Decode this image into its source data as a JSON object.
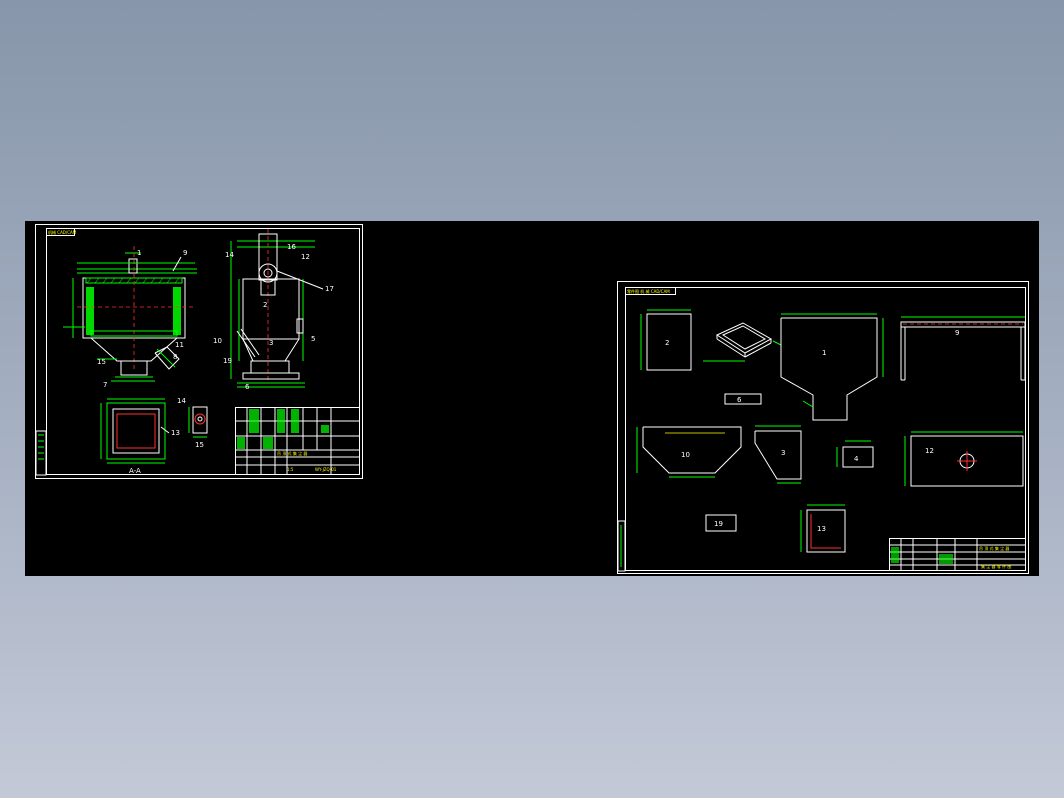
{
  "colors": {
    "background_top": "#8796aa",
    "background_bottom": "#c3c9d7",
    "viewport": "#000000",
    "lines": "#ffffff",
    "dimension": "#00ff00",
    "text_annotation": "#ffff00",
    "centerline": "#ff3030"
  },
  "sheet1": {
    "header_tag": "机械 CAD/CAM",
    "part_labels": [
      "1",
      "9",
      "7",
      "8",
      "11",
      "15",
      "16",
      "12",
      "17",
      "10",
      "3",
      "5",
      "6",
      "2",
      "13",
      "14",
      "19"
    ],
    "section_label": "A-A",
    "title_block": {
      "name": "吊 顶 式 集 尘 器",
      "drawing_no": "WY-JZQ-01",
      "scale": "1:5"
    }
  },
  "sheet2": {
    "header_tag": "零件图 机 械 CAD/CAM",
    "parts": [
      {
        "id": "2"
      },
      {
        "id": "1"
      },
      {
        "id": "9"
      },
      {
        "id": "6"
      },
      {
        "id": "10"
      },
      {
        "id": "3"
      },
      {
        "id": "4"
      },
      {
        "id": "12"
      },
      {
        "id": "19"
      },
      {
        "id": "13"
      }
    ],
    "title_block": {
      "name": "吊 顶 式 集 尘 器",
      "subtitle": "集 尘 器 零 件 图"
    }
  }
}
